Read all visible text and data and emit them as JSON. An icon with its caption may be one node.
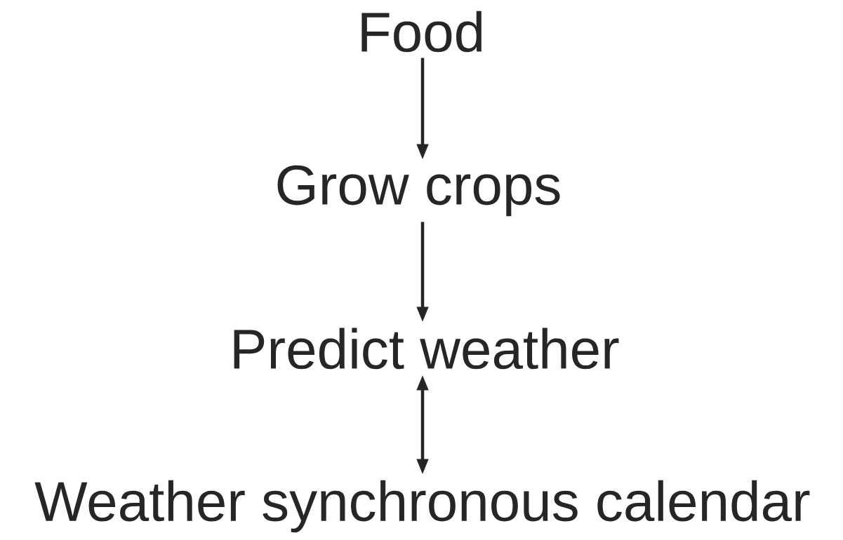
{
  "diagram": {
    "nodes": [
      {
        "text": [
          "Food"
        ]
      },
      {
        "text": [
          "Grow crops"
        ]
      },
      {
        "text": [
          "Predict weather"
        ]
      },
      {
        "text": [
          "Weather synchronous calendar"
        ]
      }
    ],
    "edges": [
      {
        "from": 0,
        "to": 1,
        "arrow": "to"
      },
      {
        "from": 1,
        "to": 2,
        "arrow": "to"
      },
      {
        "from": 2,
        "to": 3,
        "arrow": "both"
      }
    ]
  }
}
